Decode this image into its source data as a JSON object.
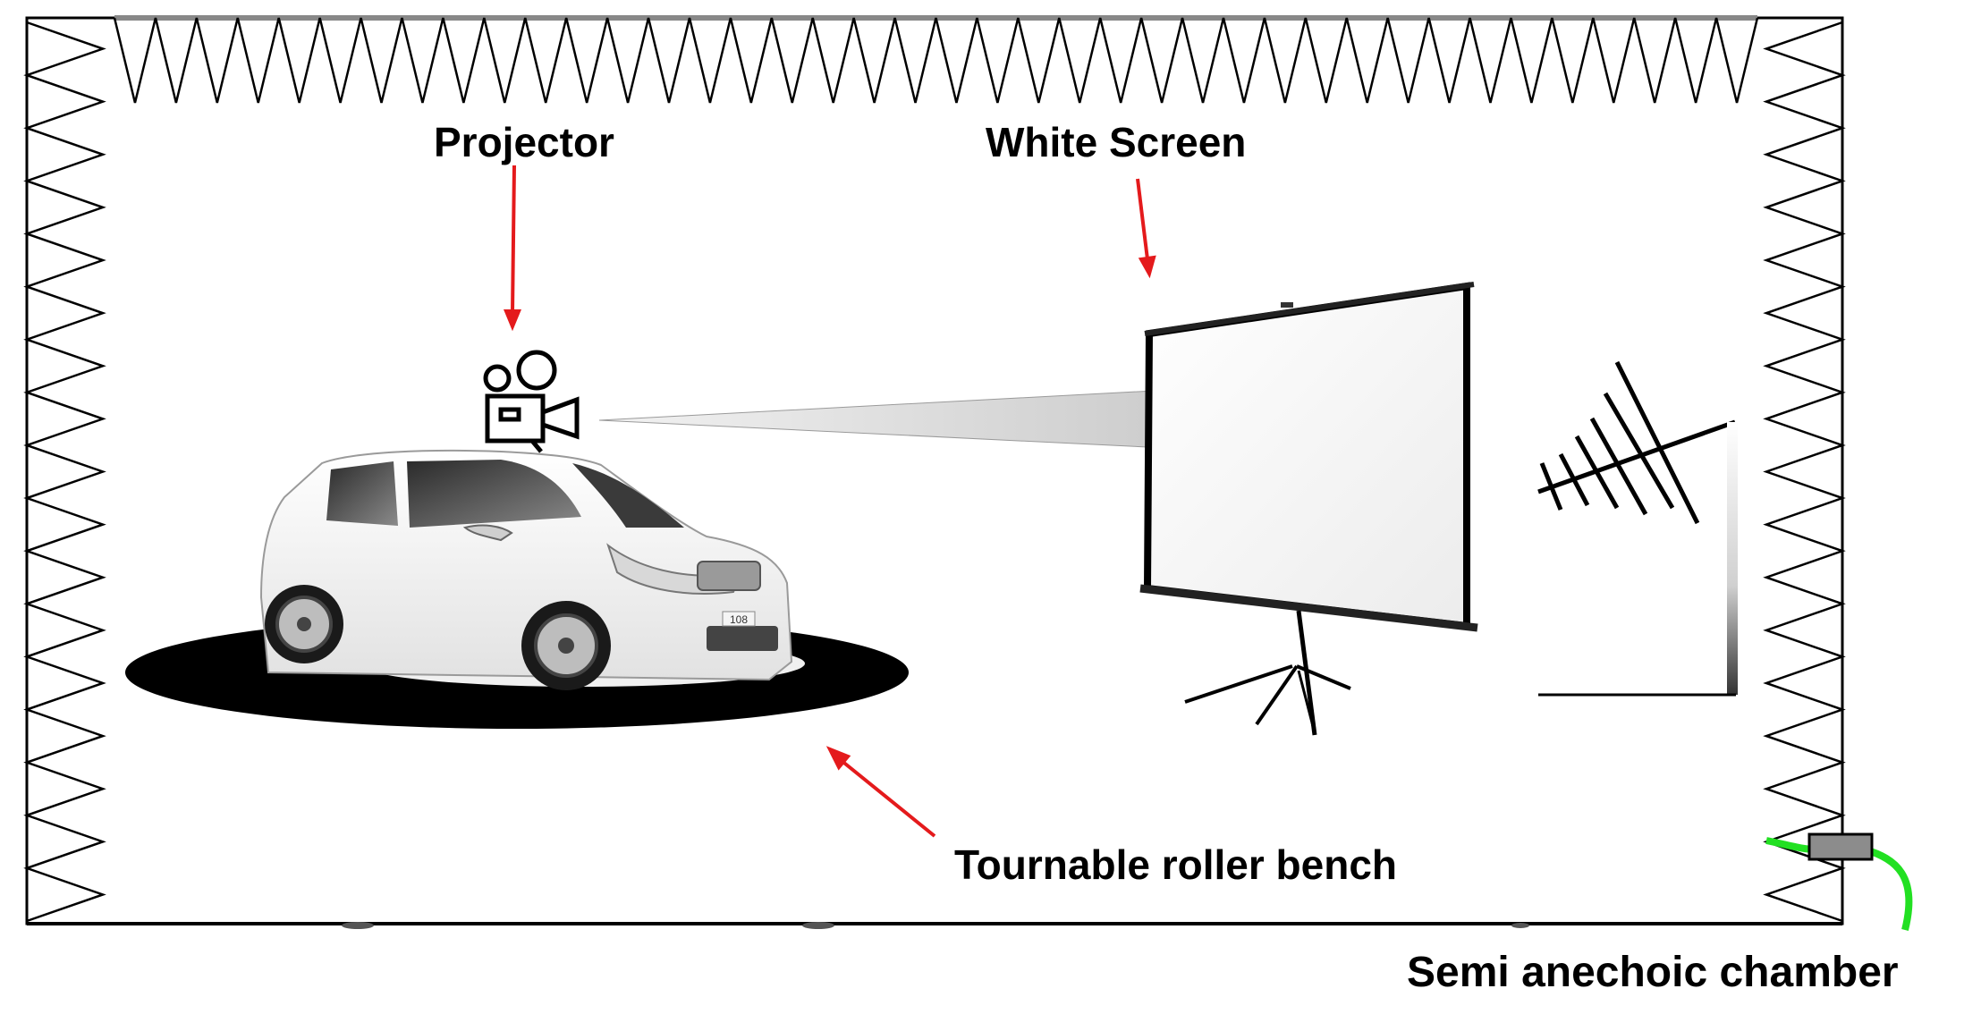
{
  "labels": {
    "projector": "Projector",
    "white_screen": "White Screen",
    "roller_bench": "Tournable roller bench",
    "chamber": "Semi anechoic chamber"
  },
  "badge": {
    "plate": "108"
  },
  "icons": {
    "projector": "movie-camera-icon",
    "antenna": "log-periodic-antenna-icon",
    "sensor": "cable-connector-icon"
  },
  "colors": {
    "arrow": "#e41a1c",
    "cable": "#22e022",
    "connector": "#8c8c8c",
    "line": "#000000"
  }
}
